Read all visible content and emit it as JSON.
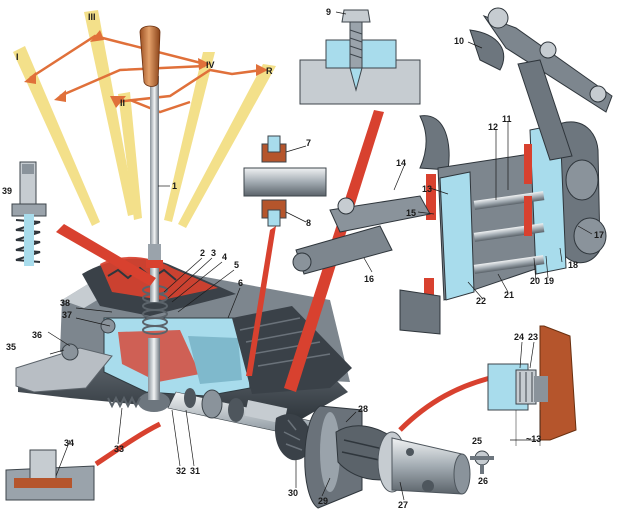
{
  "gear_positions": [
    "I",
    "II",
    "III",
    "IV",
    "R"
  ],
  "callouts": [
    "1",
    "2",
    "3",
    "4",
    "5",
    "6",
    "7",
    "8",
    "9",
    "10",
    "11",
    "12",
    "13",
    "14",
    "15",
    "16",
    "17",
    "18",
    "19",
    "20",
    "21",
    "22",
    "23",
    "24",
    "25",
    "26",
    "27",
    "28",
    "29",
    "30",
    "31",
    "32",
    "33",
    "34",
    "35",
    "36",
    "37",
    "38",
    "39"
  ],
  "shift_distance_label": "~13",
  "colors": {
    "light_beam": "#f3e08a",
    "shift_arrow": "#e0703a",
    "knob": "#c0703a",
    "steel": "#9aa3ab",
    "steel_dark": "#4e565d",
    "section_blue": "#a8dcec",
    "red_detail": "#d8412f",
    "bushing_brown": "#b5552c"
  }
}
